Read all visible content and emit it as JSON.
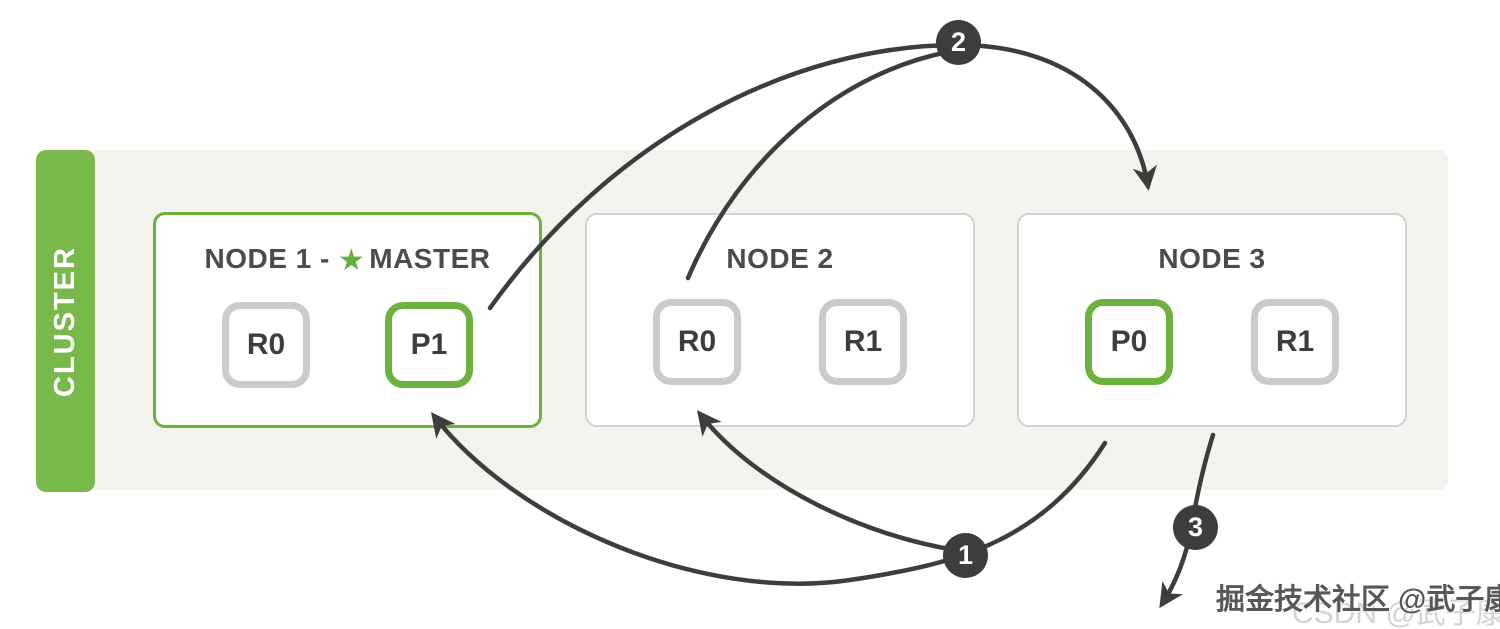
{
  "cluster": {
    "label": "CLUSTER"
  },
  "nodes": [
    {
      "title_prefix": "NODE 1 -",
      "star_icon": "★",
      "master_label": "MASTER",
      "is_master": true,
      "shards": [
        {
          "label": "R0",
          "kind": "replica"
        },
        {
          "label": "P1",
          "kind": "primary"
        }
      ]
    },
    {
      "title": "NODE 2",
      "is_master": false,
      "shards": [
        {
          "label": "R0",
          "kind": "replica"
        },
        {
          "label": "R1",
          "kind": "replica"
        }
      ]
    },
    {
      "title": "NODE 3",
      "is_master": false,
      "shards": [
        {
          "label": "P0",
          "kind": "primary"
        },
        {
          "label": "R1",
          "kind": "replica"
        }
      ]
    }
  ],
  "steps": {
    "step1": "1",
    "step2": "2",
    "step3": "3"
  },
  "watermark": {
    "primary": "掘金技术社区 @武子康",
    "secondary": "CSDN @武子康"
  },
  "colors": {
    "green_bar": "#79b94c",
    "green_border": "#6cb23d",
    "gray_border": "#cbcbcb",
    "panel_bg": "#f2f4ee",
    "arrow": "#3d3d3d",
    "badge_bg": "#3d3d3d",
    "title_text": "#4b4b4b"
  }
}
